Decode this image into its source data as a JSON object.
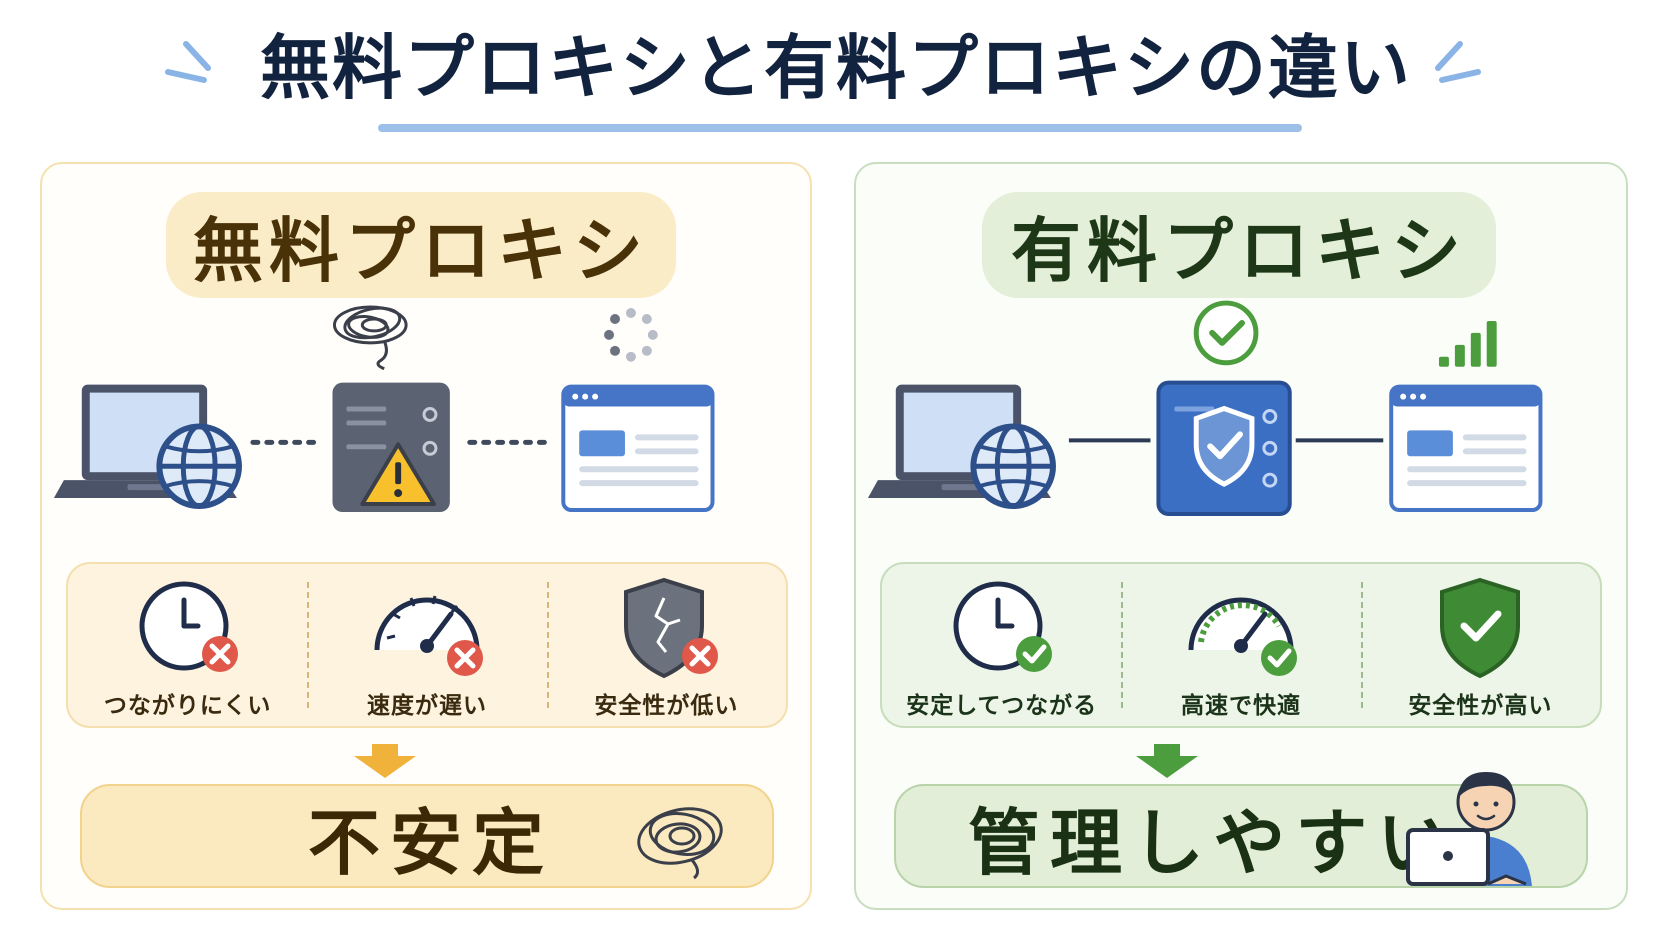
{
  "title": "無料プロキシと有料プロキシの違い",
  "colors": {
    "title": "#12233f",
    "underline": "#9cc0ea",
    "free_accent": "#f0b23a",
    "paid_accent": "#4c9d3d",
    "danger": "#e0584a",
    "paid_server": "#3a6fc4"
  },
  "free": {
    "heading": "無料プロキシ",
    "diagram": {
      "nodes": [
        "laptop-globe-icon",
        "server-warning-icon",
        "browser-window-icon"
      ],
      "connection": "dotted",
      "decorations": [
        "tangle-scribble-icon",
        "loading-spinner-icon"
      ]
    },
    "features": [
      {
        "icon": "clock-icon",
        "status": "x-badge-icon",
        "label": "つながりにくい"
      },
      {
        "icon": "speedometer-icon",
        "status": "x-badge-icon",
        "label": "速度が遅い"
      },
      {
        "icon": "cracked-shield-icon",
        "status": "x-badge-icon",
        "label": "安全性が低い"
      }
    ],
    "result": "不安定"
  },
  "paid": {
    "heading": "有料プロキシ",
    "diagram": {
      "nodes": [
        "laptop-globe-icon",
        "shield-server-icon",
        "browser-window-icon"
      ],
      "connection": "solid",
      "decorations": [
        "check-circle-icon",
        "signal-bars-icon"
      ]
    },
    "features": [
      {
        "icon": "clock-icon",
        "status": "check-badge-icon",
        "label": "安定してつながる"
      },
      {
        "icon": "speedometer-icon",
        "status": "check-badge-icon",
        "label": "高速で快適"
      },
      {
        "icon": "check-shield-icon",
        "status": "check-badge-icon",
        "label": "安全性が高い"
      }
    ],
    "result": "管理しやすい"
  }
}
